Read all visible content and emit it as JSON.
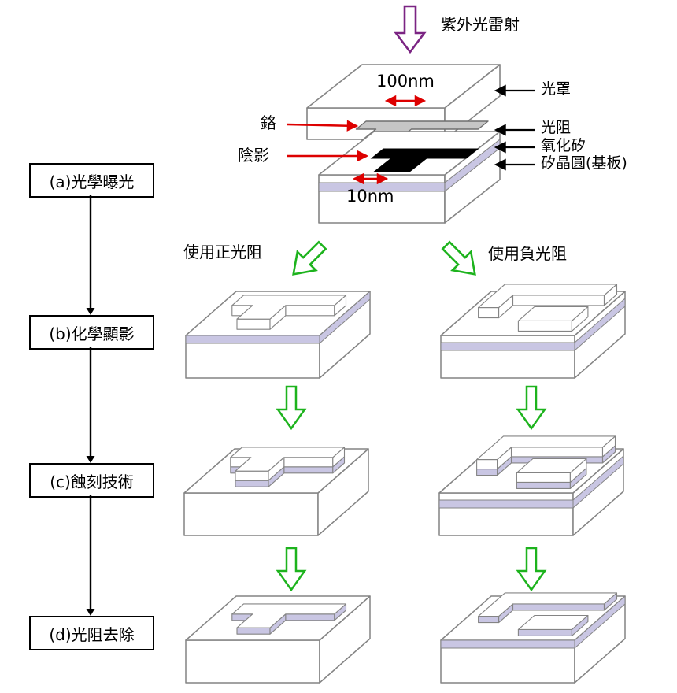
{
  "colors": {
    "purple": "#7b2483",
    "green": "#1db31d",
    "red": "#dd0000",
    "black": "#000000",
    "oxide": "#c9c6e3",
    "chromium": "#c6c6c6",
    "outline_gray": "#848484"
  },
  "top": {
    "uv_label": "紫外光雷射",
    "mask_width_label": "100nm",
    "shadow_width_label": "10nm",
    "chromium_label": "鉻",
    "shadow_label": "陰影",
    "layer_labels": [
      "光罩",
      "光阻",
      "氧化矽",
      "矽晶圓(基板)"
    ]
  },
  "steps": [
    {
      "id": "a",
      "label": "(a)光學曝光"
    },
    {
      "id": "b",
      "label": "(b)化學顯影"
    },
    {
      "id": "c",
      "label": "(c)蝕刻技術"
    },
    {
      "id": "d",
      "label": "(d)光阻去除"
    }
  ],
  "columns": {
    "positive": "使用正光阻",
    "negative": "使用負光阻"
  }
}
